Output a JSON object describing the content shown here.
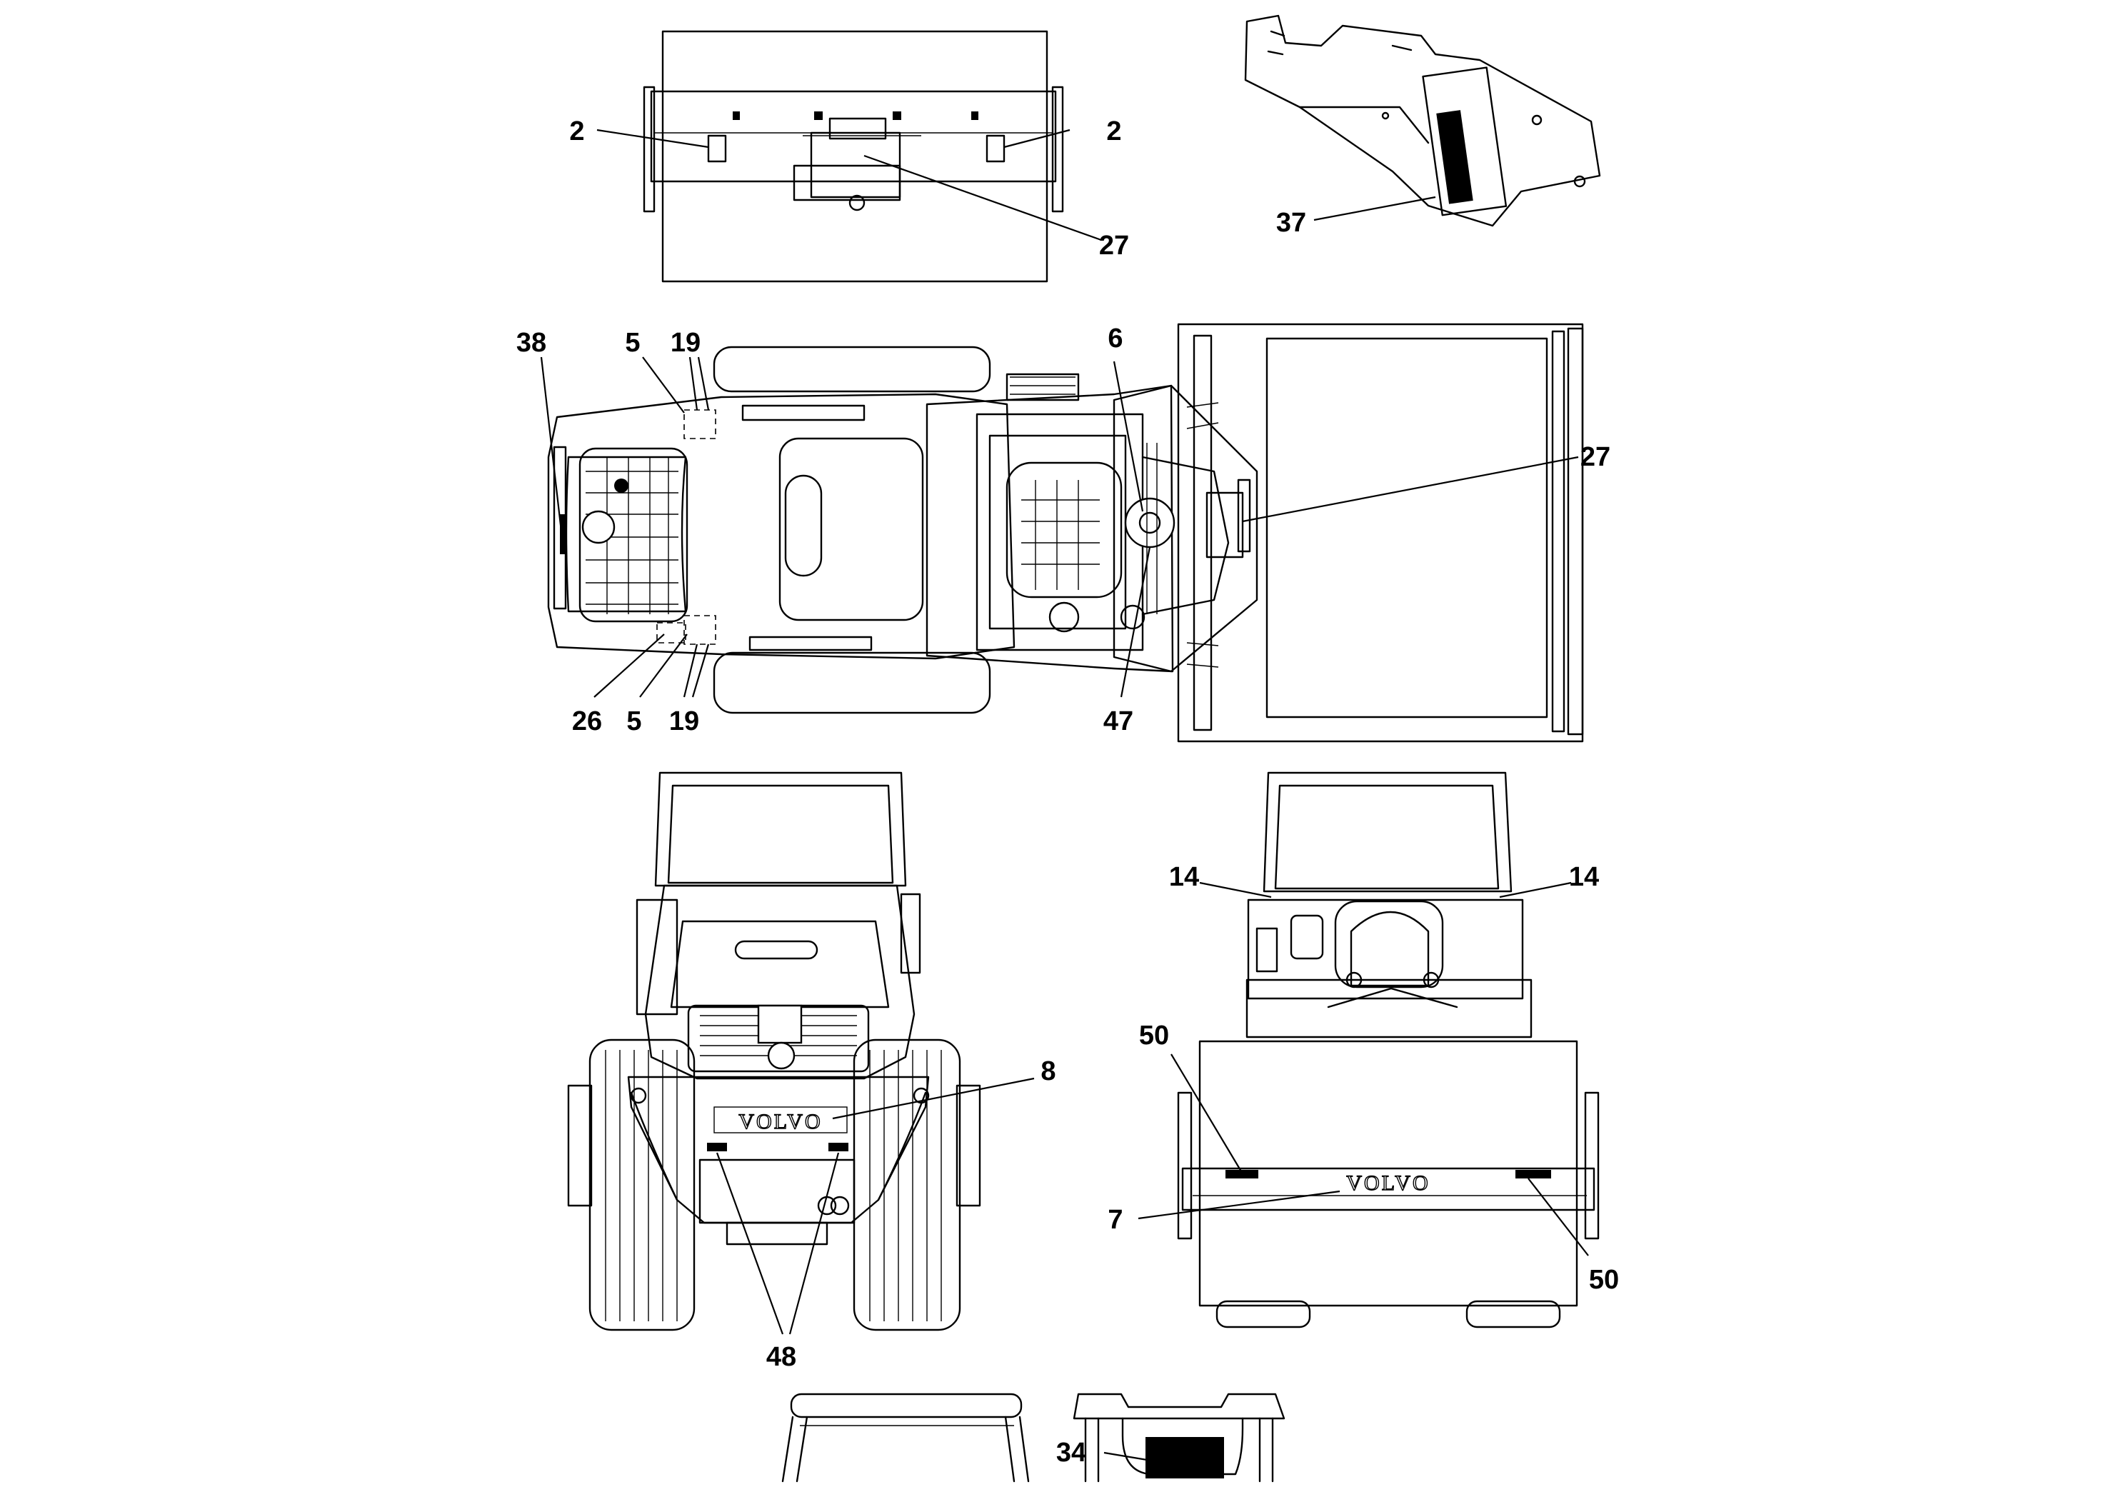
{
  "figure": {
    "callouts": {
      "c2a": "2",
      "c2b": "2",
      "c27a": "27",
      "c37": "37",
      "c38": "38",
      "c5a": "5",
      "c19a": "19",
      "c6": "6",
      "c27b": "27",
      "c26": "26",
      "c5b": "5",
      "c19b": "19",
      "c47": "47",
      "c14a": "14",
      "c14b": "14",
      "c8": "8",
      "c50a": "50",
      "c7": "7",
      "c50b": "50",
      "c48": "48",
      "c34": "34"
    },
    "brand": {
      "rear": "VOLVO",
      "front": "VOLVO"
    }
  }
}
